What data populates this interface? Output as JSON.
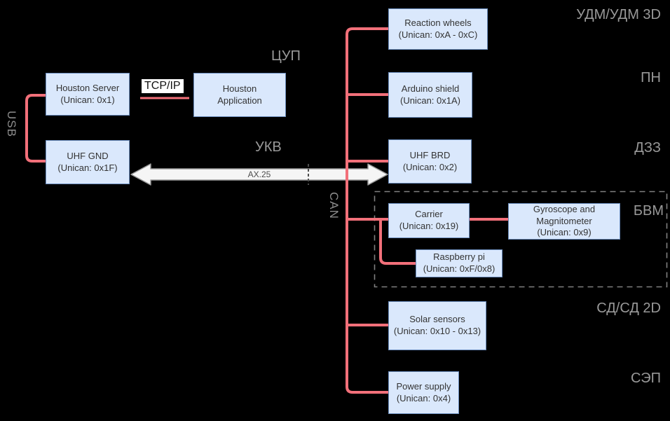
{
  "diagram": {
    "nodes": {
      "houston_server": {
        "lines": [
          "Houston Server",
          "(Unican: 0x1)"
        ]
      },
      "houston_application": {
        "lines": [
          "Houston",
          "Application"
        ]
      },
      "uhf_gnd": {
        "lines": [
          "UHF GND",
          "(Unican: 0x1F)"
        ]
      },
      "reaction_wheels": {
        "lines": [
          "Reaction wheels",
          "(Unican: 0xA - 0xC)"
        ]
      },
      "arduino_shield": {
        "lines": [
          "Arduino shield",
          "(Unican: 0x1A)"
        ]
      },
      "uhf_brd": {
        "lines": [
          "UHF BRD",
          "(Unican: 0x2)"
        ]
      },
      "carrier": {
        "lines": [
          "Carrier",
          "(Unican: 0x19)"
        ]
      },
      "gyroscope": {
        "lines": [
          "Gyroscope and",
          "Magnitometer",
          "(Unican: 0x9)"
        ]
      },
      "raspberry_pi": {
        "lines": [
          "Raspberry pi",
          "(Unican: 0xF/0x8)"
        ]
      },
      "solar_sensors": {
        "lines": [
          "Solar sensors",
          "(Unican: 0x10 - 0x13)"
        ]
      },
      "power_supply": {
        "lines": [
          "Power supply",
          "(Unican: 0x4)"
        ]
      }
    },
    "bus_labels": {
      "usb": "USB",
      "can": "CAN",
      "tcp_ip": "TCP/IP",
      "ax25": "AX.25"
    },
    "zone_labels": {
      "mission_control": "ЦУП",
      "vhf": "УКВ",
      "reaction_wheel_unit": "УДМ/УДМ 3D",
      "payload": "ПН",
      "remote_sensing": "ДЗЗ",
      "onboard_computer": "БВМ",
      "sun_sensors": "СД/СД 2D",
      "power_system": "СЭП"
    },
    "colors": {
      "background": "#000000",
      "node_fill": "#dae8fc",
      "node_border": "#6c8ebf",
      "node_text": "#333333",
      "bus_line_red": "#f2707a",
      "zone_label_gray": "#999999",
      "arrow_fill": "#f5f5f5",
      "arrow_border": "#999999",
      "group_outline_gray": "#808080",
      "link_label_bg": "#ffffff"
    }
  }
}
